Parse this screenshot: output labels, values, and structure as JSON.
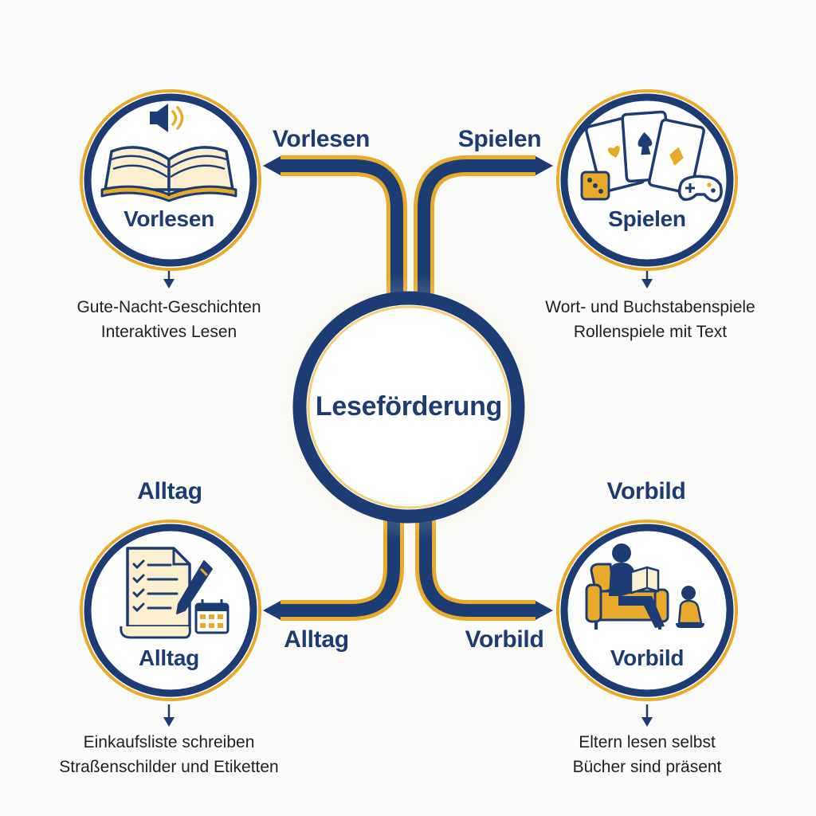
{
  "center": {
    "label": "Leseförderung"
  },
  "nodes": {
    "vorlesen": {
      "title": "Vorlesen",
      "edge_label": "Vorlesen",
      "details": [
        "Gute-Nacht-Geschichten",
        "Interaktives Lesen"
      ],
      "icons": [
        "open-book-icon",
        "speaker-icon"
      ]
    },
    "spielen": {
      "title": "Spielen",
      "edge_label": "Spielen",
      "details": [
        "Wort- und Buchstabenspiele",
        "Rollenspiele mit Text"
      ],
      "icons": [
        "playing-cards-icon",
        "dice-icon",
        "gamepad-icon"
      ]
    },
    "alltag": {
      "title": "Alltag",
      "edge_label": "Alltag",
      "top_label": "Alltag",
      "details": [
        "Einkaufsliste schreiben",
        "Straßenschilder und Etiketten"
      ],
      "icons": [
        "checklist-icon",
        "pen-icon",
        "calendar-icon"
      ]
    },
    "vorbild": {
      "title": "Vorbild",
      "edge_label": "Vorbild",
      "top_label": "Vorbild",
      "details": [
        "Eltern lesen selbst",
        "Bücher sind präsent"
      ],
      "icons": [
        "reading-parent-icon",
        "armchair-icon",
        "child-icon"
      ]
    }
  },
  "colors": {
    "navy": "#1c3c74",
    "gold": "#e9a92a",
    "paper": "#fcefcf",
    "text": "#1f1f1f"
  }
}
